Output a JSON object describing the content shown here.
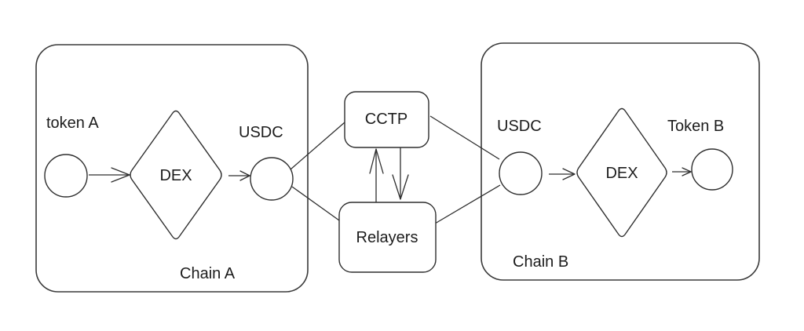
{
  "diagram": {
    "title": "",
    "containers": [
      {
        "id": "chain-a",
        "label": "Chain A"
      },
      {
        "id": "chain-b",
        "label": "Chain B"
      }
    ],
    "nodes": {
      "token_a": {
        "label": "token A",
        "shape": "circle",
        "container": "chain-a"
      },
      "dex_a": {
        "label": "DEX",
        "shape": "diamond",
        "container": "chain-a"
      },
      "usdc_a": {
        "label": "USDC",
        "shape": "circle",
        "container": "chain-a"
      },
      "cctp": {
        "label": "CCTP",
        "shape": "rounded-rect",
        "container": null
      },
      "relayers": {
        "label": "Relayers",
        "shape": "rounded-rect",
        "container": null
      },
      "usdc_b": {
        "label": "USDC",
        "shape": "circle",
        "container": "chain-b"
      },
      "dex_b": {
        "label": "DEX",
        "shape": "diamond",
        "container": "chain-b"
      },
      "token_b": {
        "label": "Token B",
        "shape": "circle",
        "container": "chain-b"
      }
    },
    "edges": [
      {
        "from": "token_a",
        "to": "dex_a",
        "directed": true
      },
      {
        "from": "dex_a",
        "to": "usdc_a",
        "directed": true
      },
      {
        "from": "usdc_a",
        "to": "cctp",
        "directed": false
      },
      {
        "from": "usdc_a",
        "to": "relayers",
        "directed": false
      },
      {
        "from": "relayers",
        "to": "cctp",
        "directed": true
      },
      {
        "from": "cctp",
        "to": "relayers",
        "directed": true
      },
      {
        "from": "cctp",
        "to": "usdc_b",
        "directed": false
      },
      {
        "from": "relayers",
        "to": "usdc_b",
        "directed": false
      },
      {
        "from": "usdc_b",
        "to": "dex_b",
        "directed": true
      },
      {
        "from": "dex_b",
        "to": "token_b",
        "directed": true
      }
    ]
  }
}
